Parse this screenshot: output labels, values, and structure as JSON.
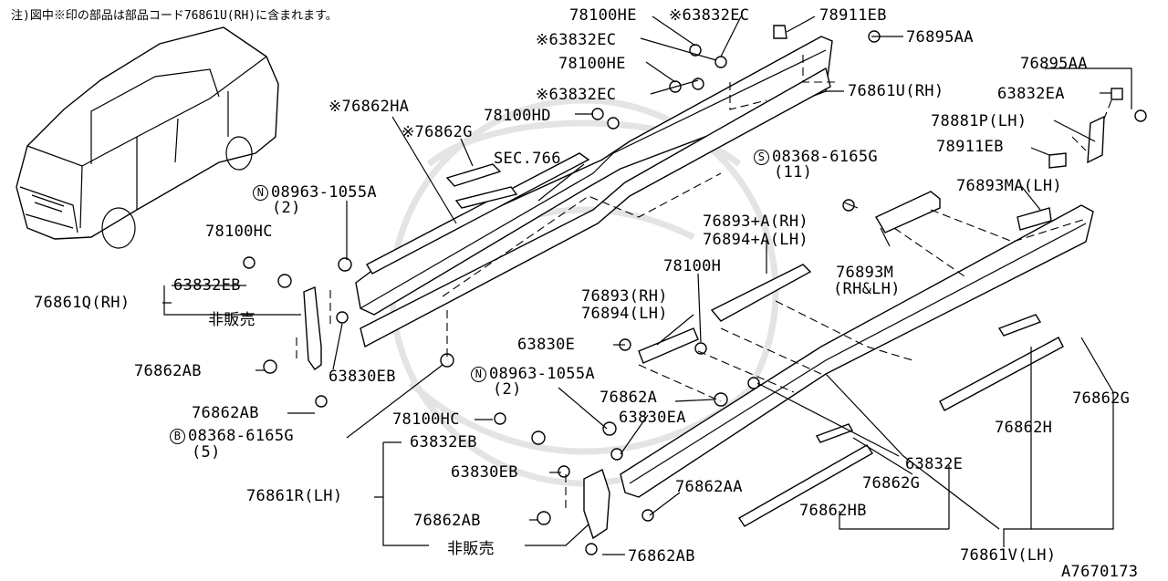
{
  "note": "注)図中※印の部品は部品コード76861U(RH)に含まれます。",
  "figure_id": "A7670173",
  "labels": {
    "p78100HE_1": "78100HE",
    "p63832EC_1": "※63832EC",
    "p78911EB_1": "78911EB",
    "p63832EC_2": "※63832EC",
    "p76895AA_1": "76895AA",
    "p78100HE_2": "78100HE",
    "p76895AA_2": "76895AA",
    "p63832EC_3": "※63832EC",
    "p76861U": "76861U(RH)",
    "p63832EA": "63832EA",
    "p78100HD": "78100HD",
    "p76862HA": "※76862HA",
    "p78881P": "78881P(LH)",
    "p76862G_1": "※76862G",
    "p78911EB_2": "78911EB",
    "sec766": "SEC.766",
    "p08368_11": "08368-6165G",
    "qty_11": "(11)",
    "p76893MA": "76893MA(LH)",
    "p08963_top": "08963-1055A",
    "qty_2a": "(2)",
    "p76893A": "76893+A(RH)",
    "p76894A": "76894+A(LH)",
    "p78100HC_1": "78100HC",
    "p78100H": "78100H",
    "p76893M": "76893M",
    "rhlh": "(RH&LH)",
    "p63832EB_1": "63832EB",
    "p76861Q": "76861Q(RH)",
    "hihanbai_1": "非販売",
    "p76893": "76893(RH)",
    "p76894": "76894(LH)",
    "p63830E": "63830E",
    "p76862AB_1": "76862AB",
    "p63830EB_1": "63830EB",
    "p08963_bot": "08963-1055A",
    "qty_2b": "(2)",
    "p76862A": "76862A",
    "p76862G_2": "76862G",
    "p76862AB_2": "76862AB",
    "p63830EA": "63830EA",
    "p76862H": "76862H",
    "p08368_5": "08368-6165G",
    "qty_5": "(5)",
    "p78100HC_2": "78100HC",
    "p63832EB_2": "63832EB",
    "p63832E": "63832E",
    "p63830EB_2": "63830EB",
    "p76862G_3": "76862G",
    "p76861R": "76861R(LH)",
    "p76862AA": "76862AA",
    "p76862HB": "76862HB",
    "p76862AB_3": "76862AB",
    "hihanbai_2": "非販売",
    "p76861V": "76861V(LH)",
    "p76862AB_4": "76862AB"
  },
  "symbols": {
    "n": "N",
    "s": "S",
    "b": "B"
  }
}
